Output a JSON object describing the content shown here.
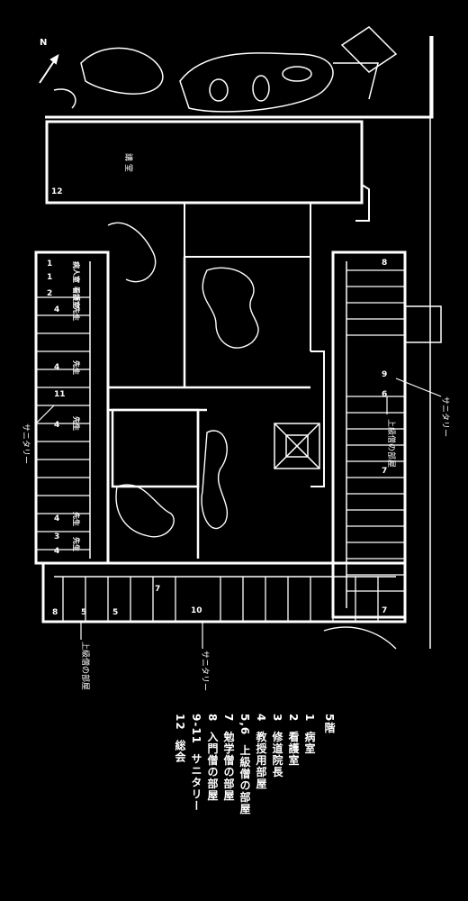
{
  "plan": {
    "north_mark": "N",
    "floor_label": "5階",
    "rooms": {
      "assembly": "講 堂",
      "room_12": "12",
      "room_1a": "1",
      "room_1b": "1",
      "room_2": "2",
      "room_4a": "4",
      "room_4b": "4",
      "room_4c": "4",
      "room_11": "11",
      "room_4d": "4",
      "room_4e": "4",
      "room_3": "3",
      "room_8a": "8",
      "room_8b": "8",
      "room_9": "9",
      "room_6": "6",
      "room_7a": "7",
      "room_7b": "7",
      "room_7c": "7",
      "room_10": "10",
      "room_5a": "5",
      "room_5b": "5"
    },
    "kanji": {
      "k_a": "病人室",
      "k_b": "看護室",
      "k_c": "先生",
      "k_d": "先生",
      "k_e": "先生",
      "k_f": "先生",
      "k_g": "先生"
    },
    "callouts": {
      "sanitary_right": "サニタリー",
      "upper_right": "上級僧の部屋",
      "sanitary_left": "サニタリー",
      "sanitary_bottom": "サニタリー",
      "upper_bottom": "上級僧の部屋"
    }
  },
  "legend": {
    "title": "5階",
    "items": [
      {
        "num": "1",
        "label": "病室"
      },
      {
        "num": "2",
        "label": "看護室"
      },
      {
        "num": "3",
        "label": "修道院長"
      },
      {
        "num": "4",
        "label": "教授用部屋"
      },
      {
        "num": "5,6",
        "label": "上級僧の部屋"
      },
      {
        "num": "7",
        "label": "勉学僧の部屋"
      },
      {
        "num": "8",
        "label": "入門僧の部屋"
      },
      {
        "num": "9-11",
        "label": "サニタリー"
      },
      {
        "num": "12",
        "label": "総会"
      }
    ]
  }
}
